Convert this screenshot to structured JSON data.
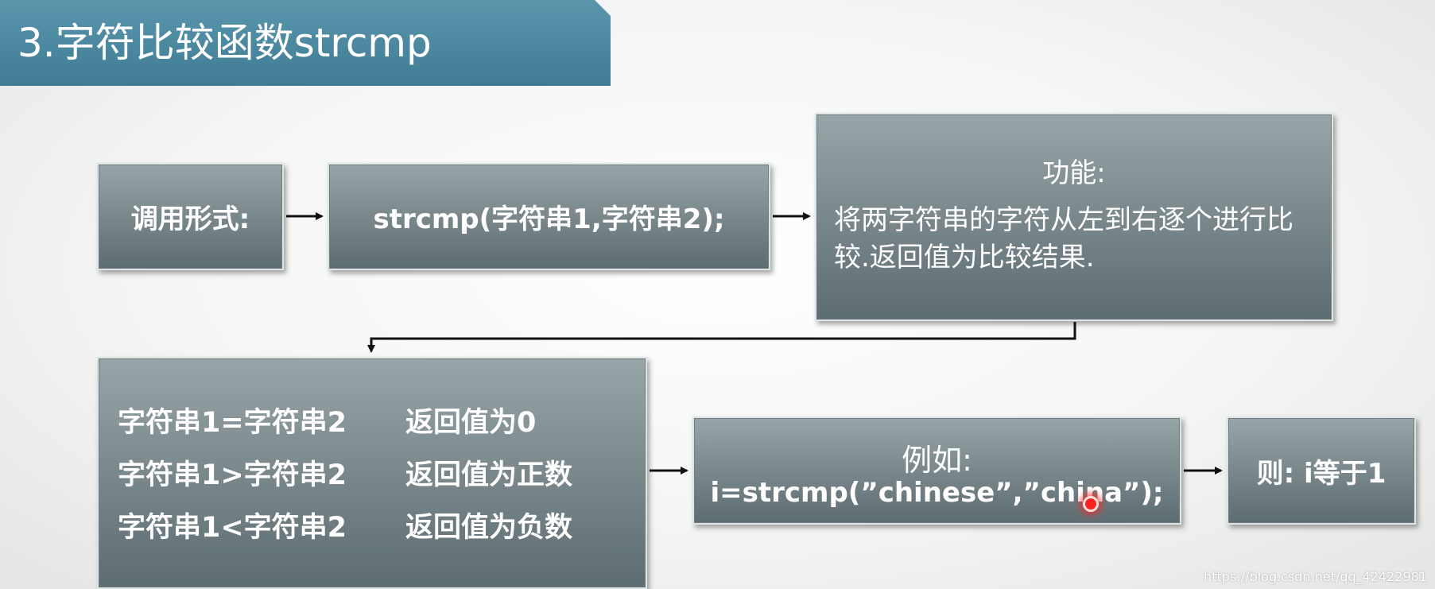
{
  "title": "3.字符比较函数strcmp",
  "call_form": {
    "label": "调用形式:"
  },
  "signature": {
    "text": "strcmp(字符串1,字符串2);"
  },
  "function_box": {
    "heading": "功能:",
    "description": "将两字符串的字符从左到右逐个进行比较.返回值为比较结果."
  },
  "cases": [
    {
      "condition": "字符串1=字符串2",
      "result": "返回值为0"
    },
    {
      "condition": "字符串1>字符串2",
      "result": "返回值为正数"
    },
    {
      "condition": "字符串1<字符串2",
      "result": "返回值为负数"
    }
  ],
  "example": {
    "heading": "例如:",
    "code": "i=strcmp(”chinese”,”china”);"
  },
  "result": {
    "text": "则: i等于1"
  },
  "watermark": "https://blog.csdn.net/qq_42422981",
  "colors": {
    "banner": "#4a8aa2",
    "box_top": "#98a5a8",
    "box_bottom": "#5d6c71",
    "text": "#ffffff",
    "arrow": "#111111"
  }
}
